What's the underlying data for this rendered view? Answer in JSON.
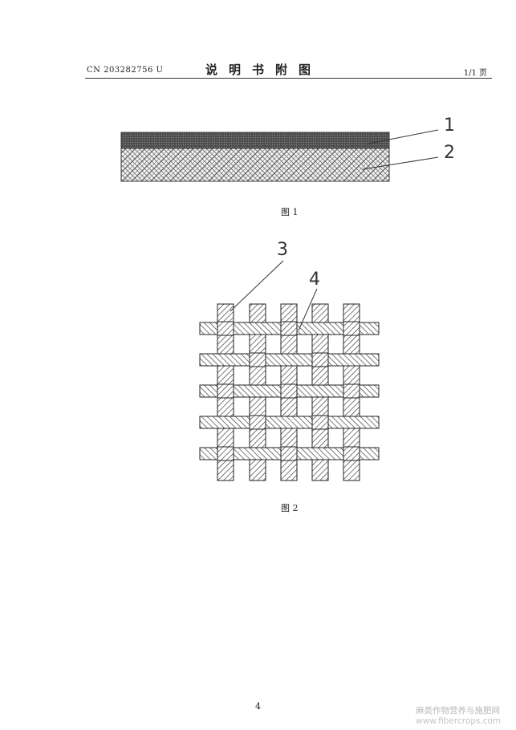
{
  "header": {
    "publication_number": "CN 203282756 U",
    "title": "说明书附图",
    "page_of": "1/1 页"
  },
  "figure1": {
    "caption": "图 1",
    "labels": [
      "1",
      "2"
    ]
  },
  "figure2": {
    "caption": "图 2",
    "labels": [
      "3",
      "4"
    ]
  },
  "footer": {
    "page_number": "4",
    "watermark_cn": "麻类作物营养与施肥网",
    "watermark_url": "www.fibercrops.com"
  }
}
